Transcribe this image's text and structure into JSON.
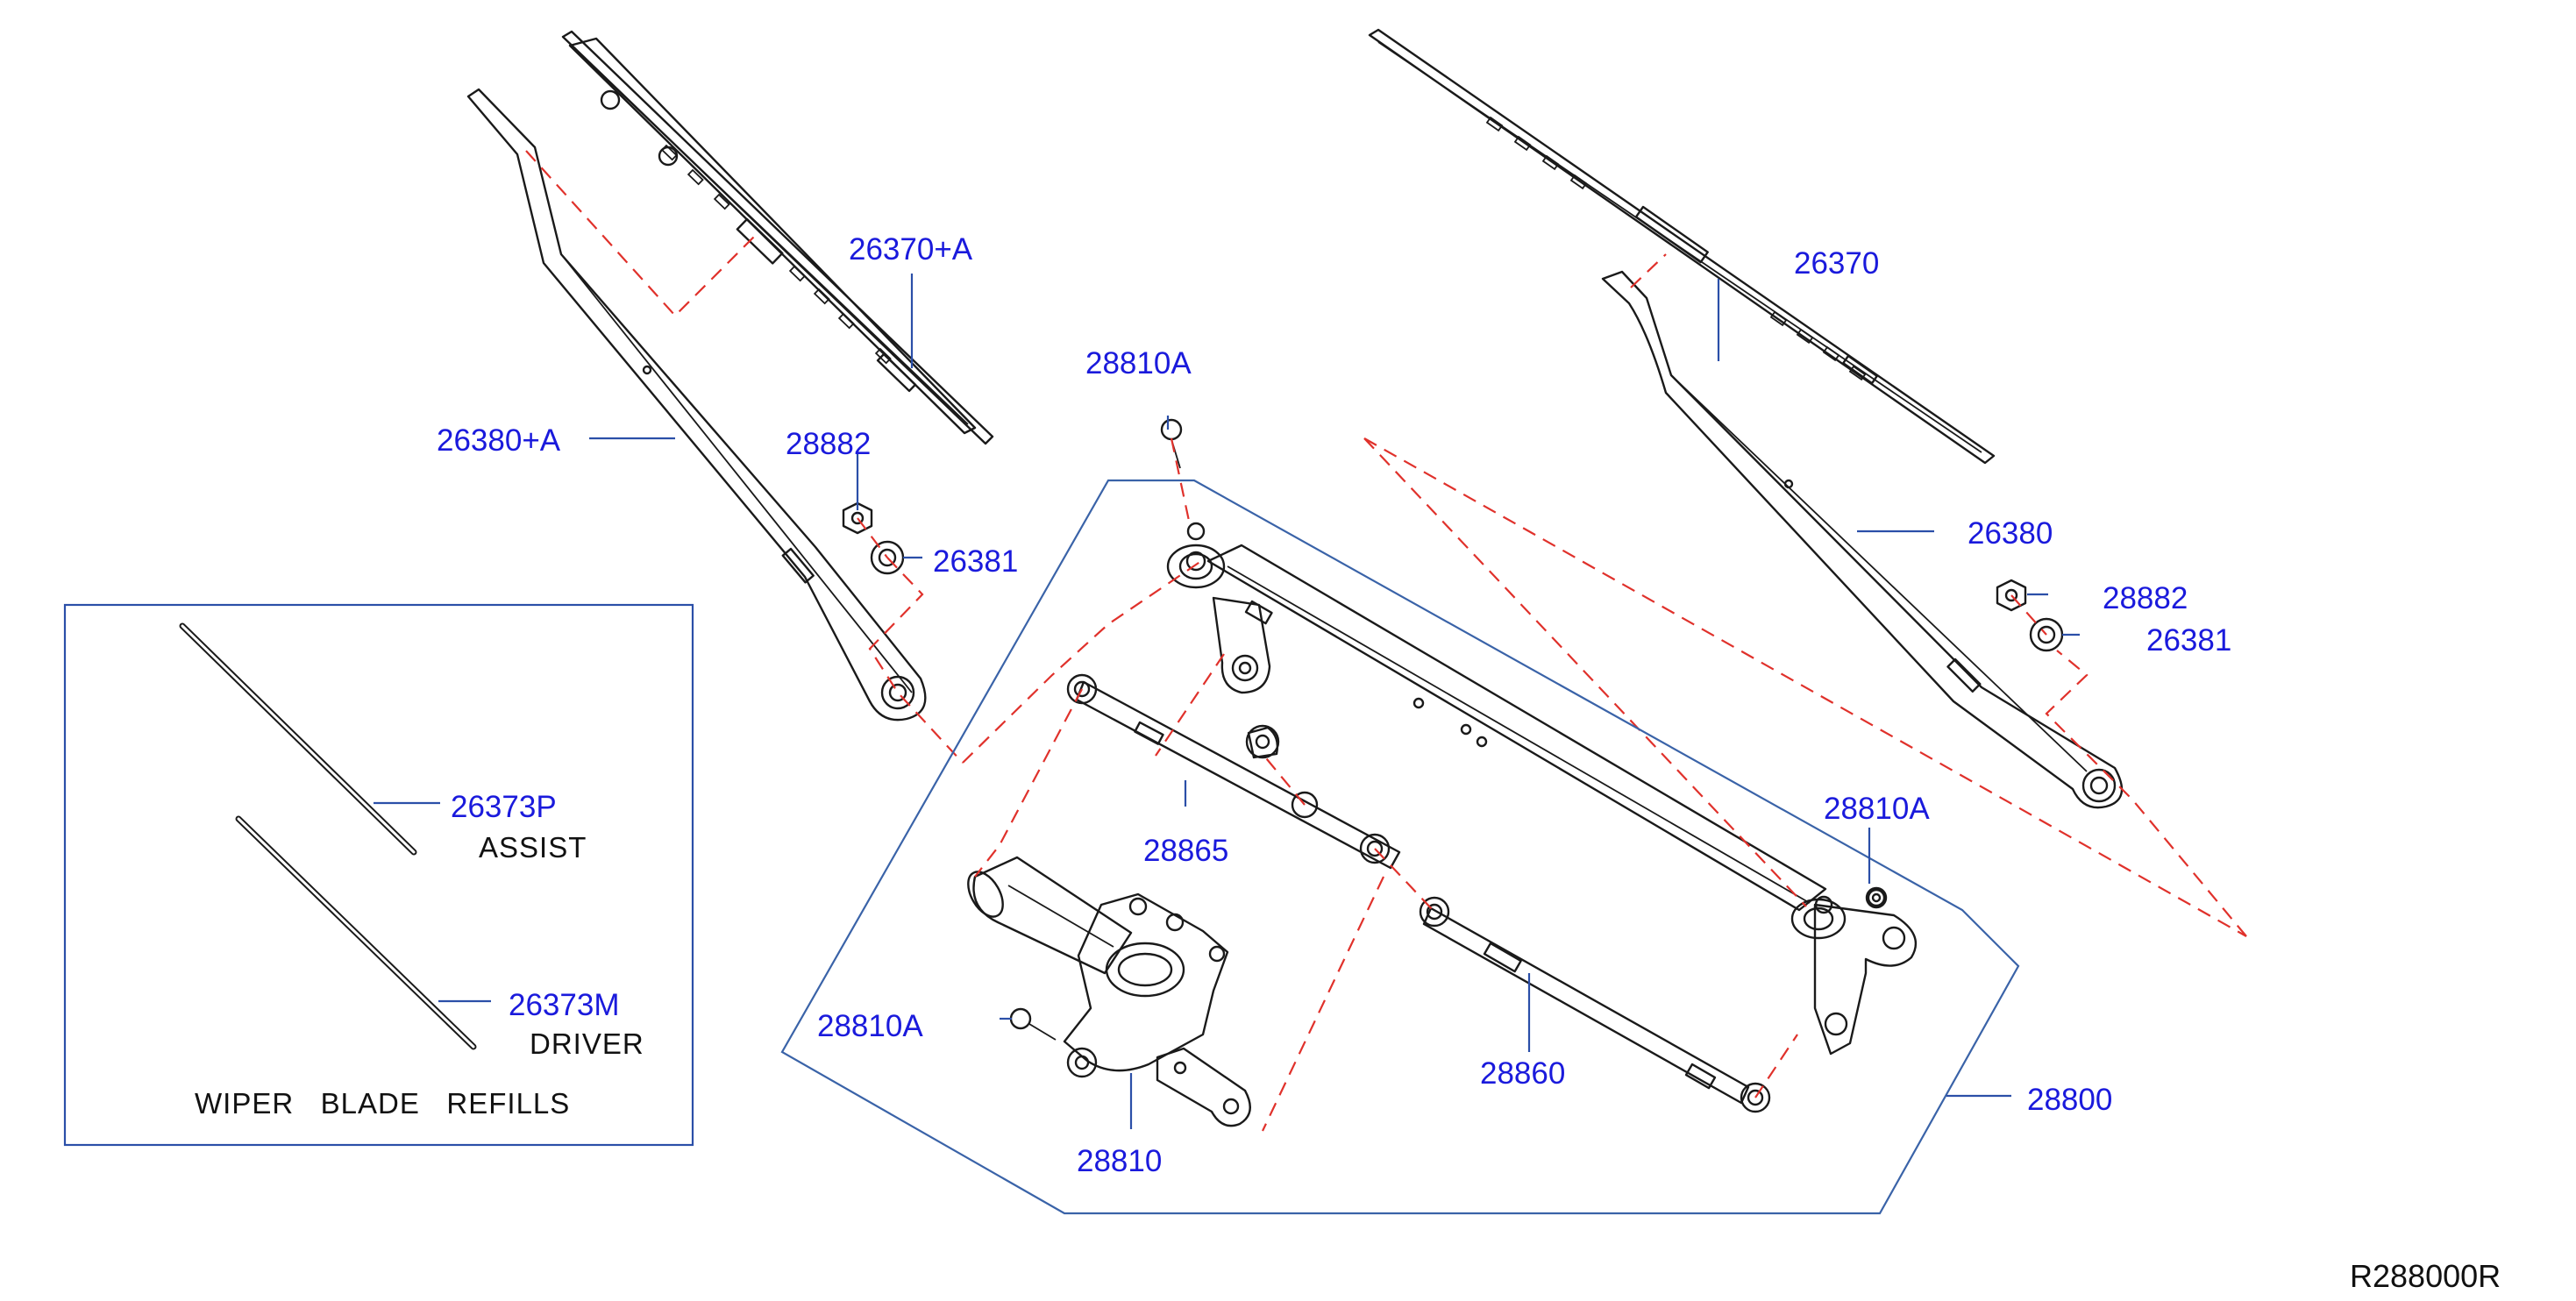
{
  "colors": {
    "label_blue": "#1a1adc",
    "leader_blue": "#2b4fa8",
    "dash_red": "#e0312b",
    "ink": "#1a1a1a",
    "boundary_blue": "#3a63a8"
  },
  "labels": {
    "p26370A": "26370+A",
    "p26380A": "26380+A",
    "p28882_left": "28882",
    "p26381_left": "26381",
    "p28810A_top": "28810A",
    "p26370": "26370",
    "p26380": "26380",
    "p28882_right": "28882",
    "p26381_right": "26381",
    "p28810A_right": "28810A",
    "p28865": "28865",
    "p28810A_left": "28810A",
    "p28860": "28860",
    "p28800": "28800",
    "p28810": "28810",
    "p26373P": "26373P",
    "p26373M": "26373M"
  },
  "refills_box": {
    "assist_text": "ASSIST",
    "driver_text": "DRIVER",
    "caption": "WIPER   BLADE   REFILLS"
  },
  "diagram_ref": "R288000R"
}
